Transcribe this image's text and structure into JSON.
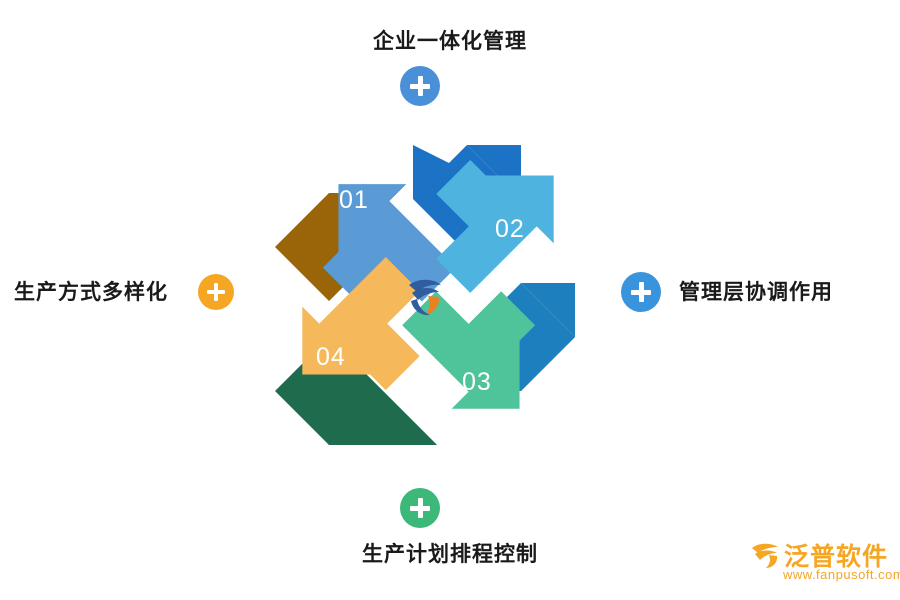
{
  "diagram": {
    "title_labels": {
      "top": "企业一体化管理",
      "right": "管理层协调作用",
      "bottom": "生产计划排程控制",
      "left": "生产方式多样化"
    },
    "steps": [
      {
        "number": "01",
        "position": "top-left",
        "arrow_color": "#5a9bd5",
        "shadow_color": "#9a6409"
      },
      {
        "number": "02",
        "position": "top-right",
        "arrow_color": "#4fb3e0",
        "shadow_color": "#1c72c4"
      },
      {
        "number": "03",
        "position": "bottom-right",
        "arrow_color": "#4fc49a",
        "shadow_color": "#1d7fbe"
      },
      {
        "number": "04",
        "position": "bottom-left",
        "arrow_color": "#f5b95c",
        "shadow_color": "#1f6b4e"
      }
    ],
    "plus_badges": [
      {
        "name": "plus-top",
        "color": "#4a90d9"
      },
      {
        "name": "plus-right",
        "color": "#3a93dd"
      },
      {
        "name": "plus-bottom",
        "color": "#3cb878"
      },
      {
        "name": "plus-left",
        "color": "#f5a623"
      }
    ],
    "center_icon": "fanpu-logo-icon",
    "colors": {
      "label_text": "#1a1a1a",
      "background": "#ffffff",
      "watermark": "#f5a623"
    }
  },
  "watermark": {
    "brand": "泛普软件",
    "url": "www.fanpusoft.com",
    "icon": "fanpu-logo-icon"
  }
}
